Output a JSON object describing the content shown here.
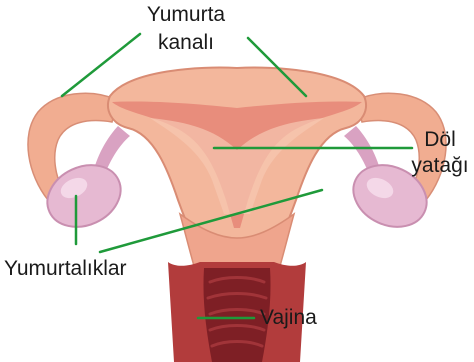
{
  "labels": {
    "fallopian_line1": "Yumurta",
    "fallopian_line2": "kanalı",
    "uterus_line1": "Döl",
    "uterus_line2": "yatağı",
    "ovaries": "Yumurtalıklar",
    "vagina": "Vajina"
  },
  "colors": {
    "leader_line": "#1f9a3a",
    "tissue_outer": "#f3b79c",
    "tissue_inner": "#e88d7c",
    "ovary": "#e6b9d2",
    "vagina": "#b23c3c"
  }
}
